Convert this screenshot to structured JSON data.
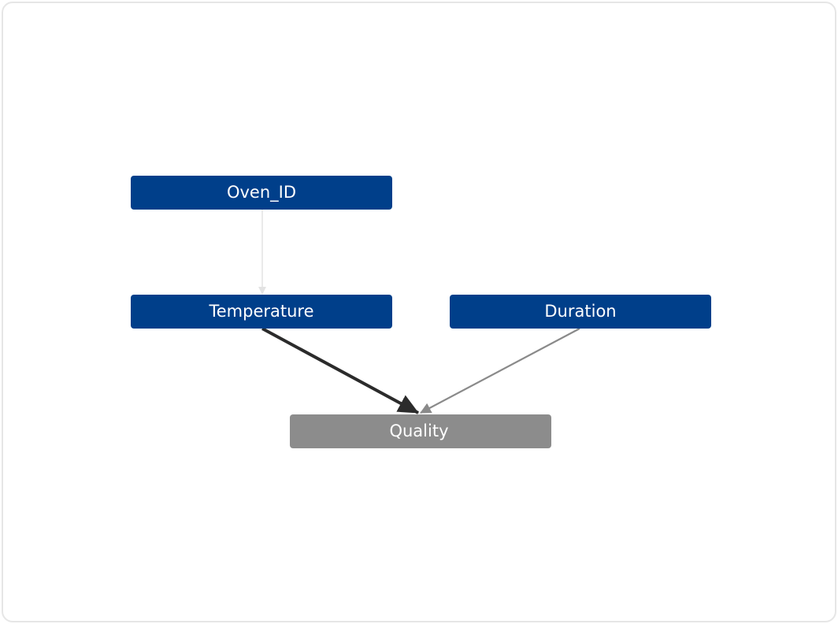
{
  "nodes": {
    "oven_id": {
      "label": "Oven_ID",
      "color": "#003f8a"
    },
    "temperature": {
      "label": "Temperature",
      "color": "#003f8a"
    },
    "duration": {
      "label": "Duration",
      "color": "#003f8a"
    },
    "quality": {
      "label": "Quality",
      "color": "#8c8c8c"
    }
  },
  "edges": [
    {
      "from": "Oven_ID",
      "to": "Temperature",
      "color": "#e3e3e3"
    },
    {
      "from": "Temperature",
      "to": "Quality",
      "color": "#2b2b2b"
    },
    {
      "from": "Duration",
      "to": "Quality",
      "color": "#8a8a8a"
    }
  ]
}
